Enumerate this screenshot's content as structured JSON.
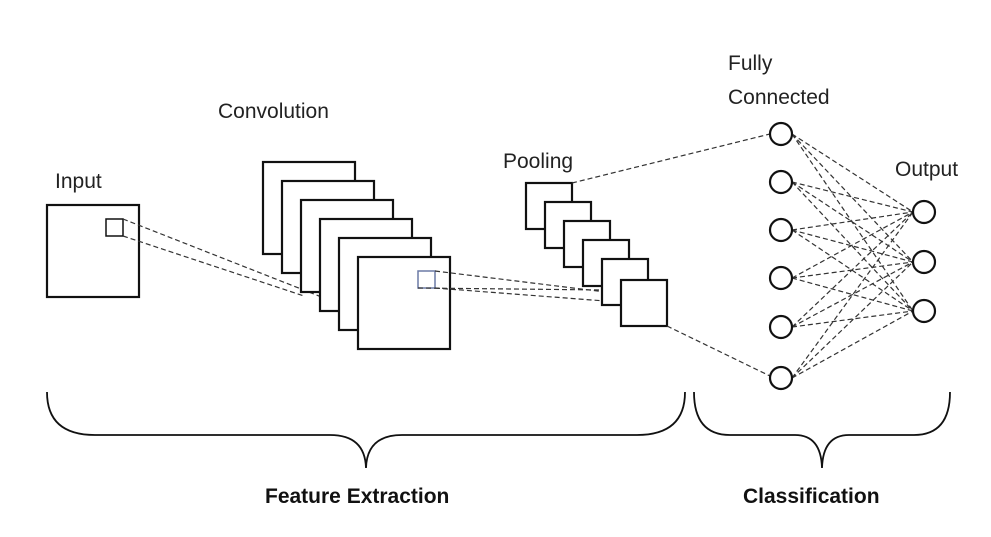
{
  "labels": {
    "input": "Input",
    "convolution": "Convolution",
    "pooling": "Pooling",
    "fully_connected_line1": "Fully",
    "fully_connected_line2": "Connected",
    "output": "Output"
  },
  "sections": {
    "feature_extraction": "Feature Extraction",
    "classification": "Classification"
  },
  "structure": {
    "convolution_maps": 6,
    "pooling_maps": 6,
    "fully_connected_nodes": 6,
    "output_nodes": 3
  },
  "colors": {
    "stroke": "#111111",
    "receptive_field_highlight": "#6b7aa6"
  }
}
